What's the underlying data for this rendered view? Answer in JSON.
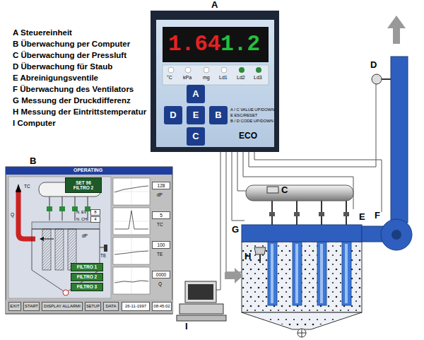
{
  "diagram": {
    "nodes": [
      {
        "text": [
          "A"
        ]
      },
      {
        "text": [
          "1.64",
          "1.2"
        ],
        "in": 0
      },
      {
        "text": [
          "A"
        ],
        "in": 0
      },
      {
        "text": [
          "D"
        ],
        "in": 0
      },
      {
        "text": [
          "E"
        ],
        "in": 0
      },
      {
        "text": [
          "B"
        ],
        "in": 0
      },
      {
        "text": [
          "C"
        ],
        "in": 0
      },
      {
        "text": [
          "B",
          "OPERATING"
        ]
      },
      {
        "text": [
          "SET 96",
          "FILTRO 2"
        ],
        "in": 7
      },
      {
        "text": [
          "8"
        ],
        "in": 7
      },
      {
        "text": [
          "4"
        ],
        "in": 7
      },
      {
        "text": [
          "128"
        ],
        "in": 7
      },
      {
        "text": [
          "5"
        ],
        "in": 7
      },
      {
        "text": [
          "100"
        ],
        "in": 7
      },
      {
        "text": [
          "0000"
        ],
        "in": 7
      },
      {
        "text": [
          "FILTRO 1"
        ],
        "in": 7
      },
      {
        "text": [
          "FILTRO 2"
        ],
        "in": 7
      },
      {
        "text": [
          "FILTRO 3"
        ],
        "in": 7
      },
      {
        "text": [
          "EXIT"
        ],
        "in": 7
      },
      {
        "text": [
          "START"
        ],
        "in": 7
      },
      {
        "text": [
          "DISPLAY ALLARMI"
        ],
        "in": 7
      },
      {
        "text": [
          "SETUP"
        ],
        "in": 7
      },
      {
        "text": [
          "DATA"
        ],
        "in": 7
      },
      {
        "text": [
          "26-11-1997"
        ],
        "in": 7
      },
      {
        "text": [
          "08:45:02"
        ],
        "in": 7
      }
    ],
    "labels": [
      "A Steuereinheit",
      "B Überwachung per Computer",
      "C Überwachung der Pressluft",
      "D Überwachung für Staub",
      "E Abreinigungsventile",
      "F Überwachung des Ventilators",
      "G Messung der Druckdifferenz",
      "H Messung der Eintrittstemperatur",
      "I  Computer",
      "°C",
      "kPa",
      "mg",
      "Ld1",
      "Ld2",
      "Ld3",
      "A / C VALUE UP/DOWN",
      "E ESC/RESET",
      "B / D CODE UP/DOWN",
      "ECO",
      "TC",
      "Q",
      "N. EV",
      "N. CH",
      "dP",
      "TE",
      "dP",
      "TC",
      "TE",
      "Q",
      "C",
      "D",
      "E",
      "F",
      "G",
      "H",
      "I"
    ]
  }
}
